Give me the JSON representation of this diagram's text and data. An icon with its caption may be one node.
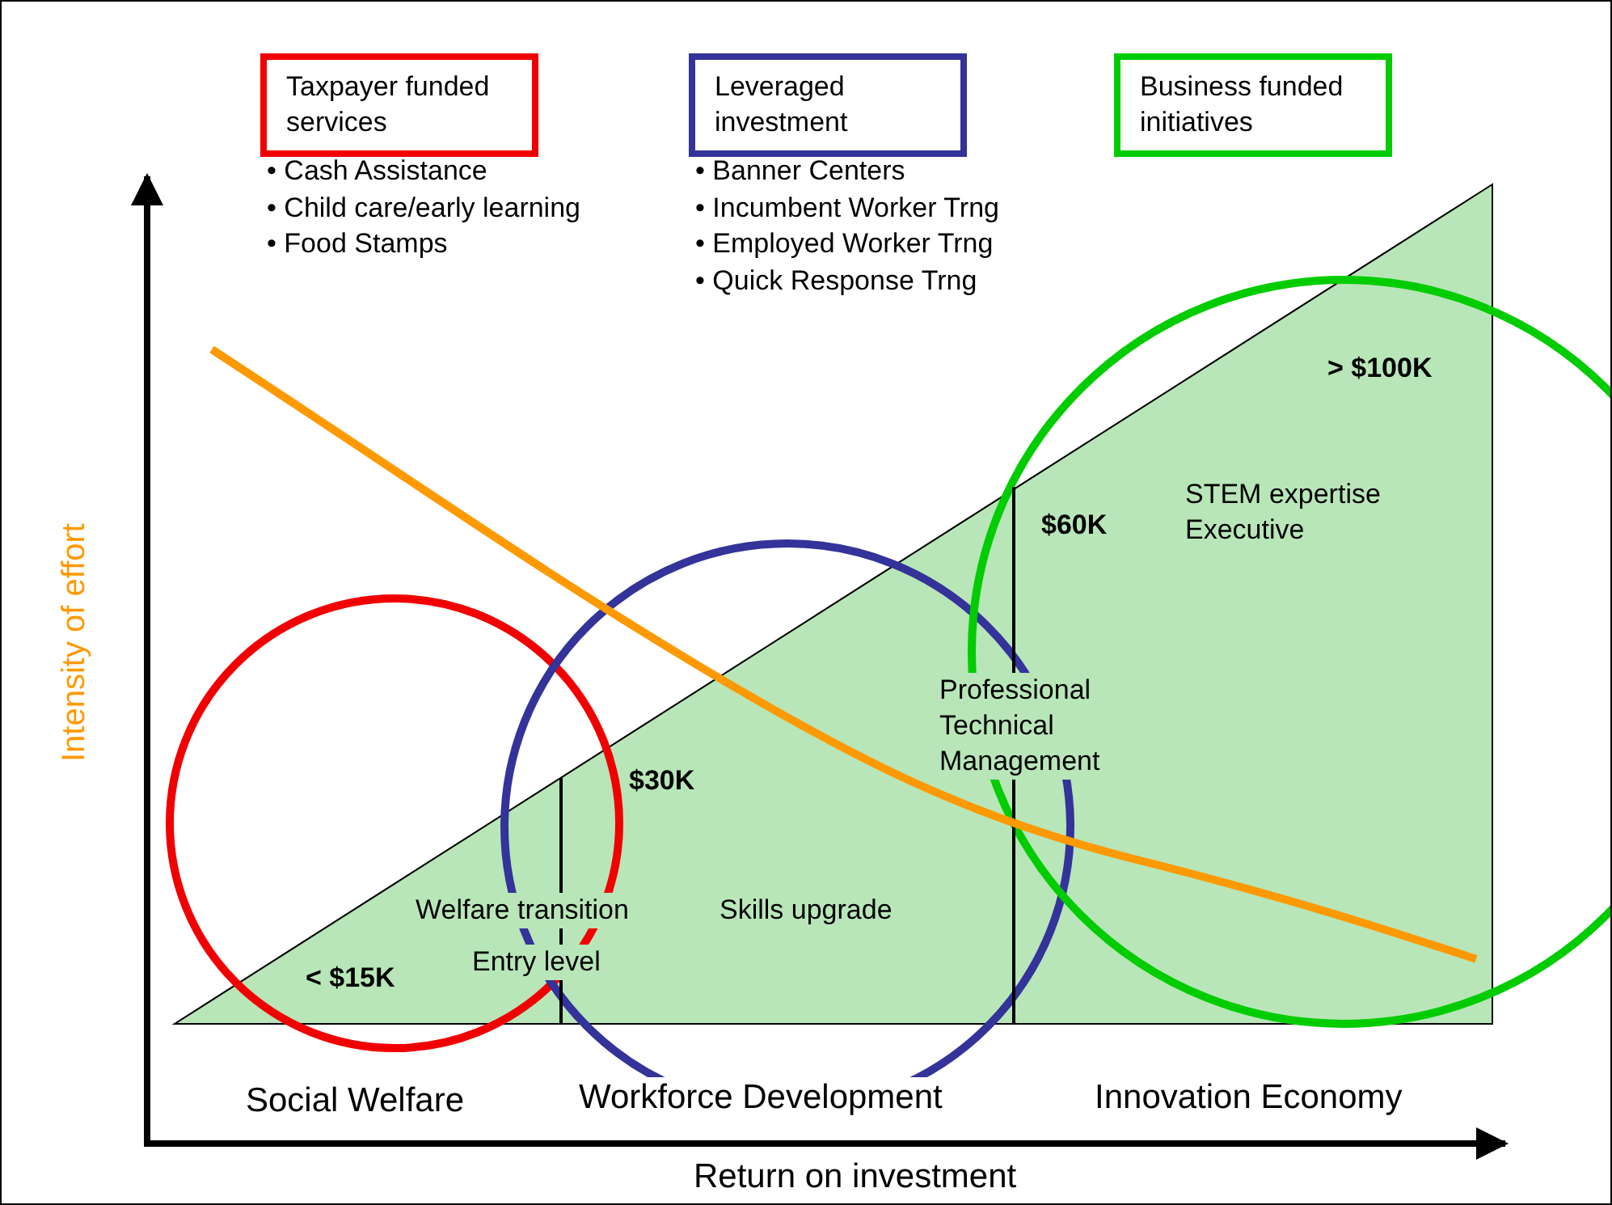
{
  "diagram": {
    "nodes": [
      {
        "text": [
          "Taxpayer funded services"
        ],
        "beside": [
          "• Cash Assistance",
          "• Child care/early learning",
          "• Food Stamps"
        ]
      },
      {
        "text": [
          "Leveraged investment"
        ],
        "beside": [
          "• Banner Centers",
          "• Incumbent Worker Trng",
          "• Employed Worker Trng",
          "• Quick Response Trng"
        ]
      },
      {
        "text": [
          "Business funded initiatives"
        ]
      }
    ],
    "labels": [
      "> $100K",
      "$60K",
      "STEM expertise Executive",
      "Professional Technical Management",
      "$30K",
      "Welfare transition",
      "Skills upgrade",
      "Entry level",
      "< $15K",
      "Social Welfare",
      "Workforce Development",
      "Innovation Economy",
      "Intensity of effort",
      "Return on investment"
    ]
  }
}
